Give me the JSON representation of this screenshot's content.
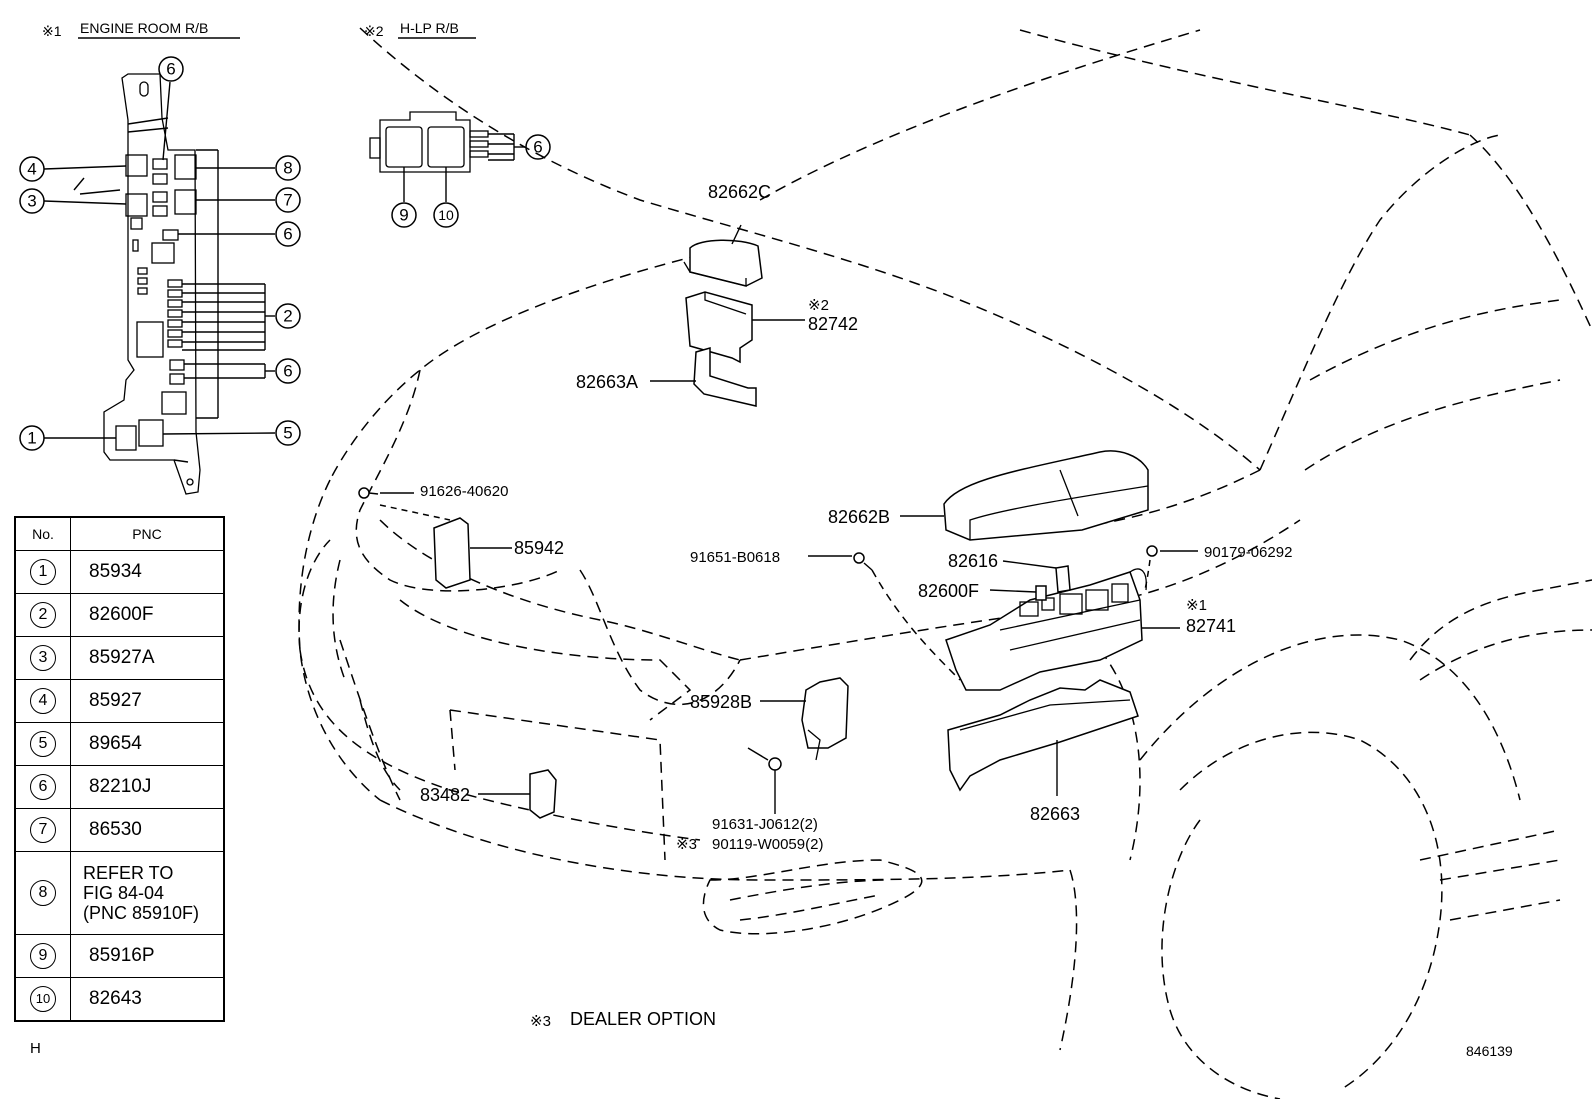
{
  "header": {
    "engine_room_mark": "※1",
    "engine_room_title": "ENGINE ROOM R/B",
    "hlp_mark": "※2",
    "hlp_title": "H-LP R/B"
  },
  "callouts": {
    "c1": "1",
    "c2": "2",
    "c3": "3",
    "c4": "4",
    "c5": "5",
    "c6": "6",
    "c7": "7",
    "c8": "8",
    "c9": "9",
    "c10": "10"
  },
  "parts": {
    "p82662C": "82662C",
    "mark2": "※2",
    "p82742": "82742",
    "p82663A": "82663A",
    "p91626": "91626-40620",
    "p85942": "85942",
    "p82662B": "82662B",
    "p91651": "91651-B0618",
    "p82616": "82616",
    "p90179": "90179-06292",
    "p82600F": "82600F",
    "mark1": "※1",
    "p82741": "82741",
    "p85928B": "85928B",
    "p83482": "83482",
    "p91631": "91631-J0612(2)",
    "mark3": "※3",
    "p90119": "90119-W0059(2)",
    "p82663": "82663"
  },
  "footnote": {
    "mark": "※3",
    "text": "DEALER OPTION"
  },
  "table": {
    "col_no": "No.",
    "col_pnc": "PNC",
    "rows": [
      {
        "no": "1",
        "pnc": "85934"
      },
      {
        "no": "2",
        "pnc": "82600F"
      },
      {
        "no": "3",
        "pnc": "85927A"
      },
      {
        "no": "4",
        "pnc": "85927"
      },
      {
        "no": "5",
        "pnc": "89654"
      },
      {
        "no": "6",
        "pnc": "82210J"
      },
      {
        "no": "7",
        "pnc": "86530"
      },
      {
        "no": "8",
        "pnc": "REFER TO\nFIG    84-04\n(PNC 85910F)"
      },
      {
        "no": "9",
        "pnc": "85916P"
      },
      {
        "no": "10",
        "pnc": "82643"
      }
    ]
  },
  "corner_left": "H",
  "corner_right": "846139"
}
